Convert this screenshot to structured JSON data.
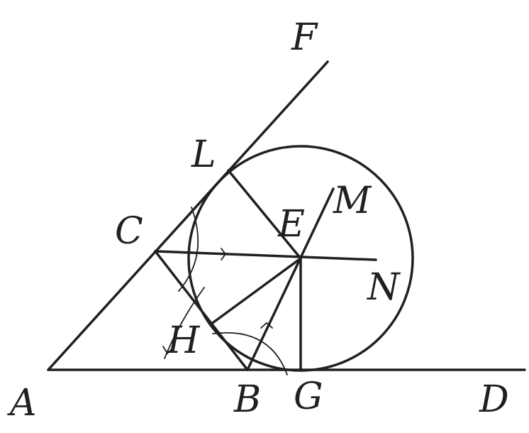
{
  "diagram": {
    "type": "geometry-construction",
    "labels": {
      "A": "A",
      "B": "B",
      "C": "C",
      "D": "D",
      "E": "E",
      "F": "F",
      "G": "G",
      "H": "H",
      "L": "L",
      "M": "M",
      "N": "N"
    },
    "colors": {
      "stroke": "#231f20",
      "background": "#ffffff"
    }
  }
}
